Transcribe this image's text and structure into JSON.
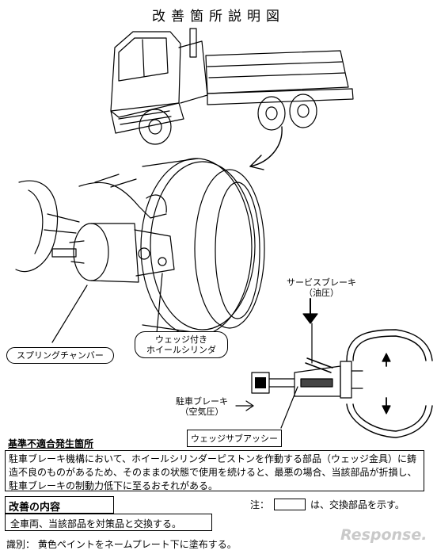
{
  "title": "改善箇所説明図",
  "labels": {
    "service_brake": [
      "サービスブレーキ",
      "（油圧）"
    ],
    "spring_chamber": "スプリングチャンバー",
    "wheel_cylinder": [
      "ウェッジ付き",
      "ホイールシリンダ"
    ],
    "parking_brake": [
      "駐車ブレーキ",
      "（空気圧）"
    ],
    "wedge_sub_assy": "ウェッジサブアッシー"
  },
  "issue": {
    "heading": "基準不適合発生箇所",
    "body": "駐車ブレーキ機構において、ホイールシリンダーピストンを作動する部品（ウェッジ金具）に鋳造不良のものがあるため、そのままの状態で使用を続けると、最悪の場合、当該部品が折損し、駐車ブレーキの制動力低下に至るおそれがある。"
  },
  "remedy": {
    "heading": "改善の内容",
    "body": "全車両、当該部品を対策品と交換する。"
  },
  "note": {
    "prefix": "注：",
    "suffix": "は、交換部品を示す。"
  },
  "identification": {
    "label": "識別：",
    "text": "黄色ペイントをネームプレート下に塗布する。"
  },
  "logo": "Response."
}
